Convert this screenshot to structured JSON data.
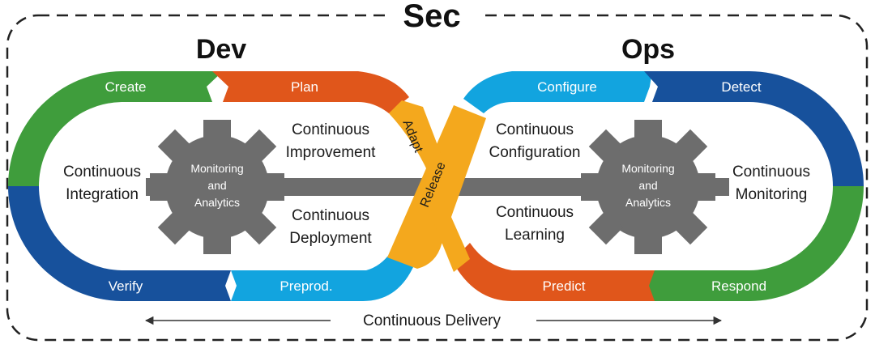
{
  "titles": {
    "sec": "Sec",
    "dev": "Dev",
    "ops": "Ops"
  },
  "segments": {
    "create": "Create",
    "plan": "Plan",
    "verify": "Verify",
    "preprod": "Preprod.",
    "configure": "Configure",
    "detect": "Detect",
    "predict": "Predict",
    "respond": "Respond",
    "adapt": "Adapt",
    "release": "Release"
  },
  "dev_side": {
    "integration": [
      "Continuous",
      "Integration"
    ],
    "improvement": [
      "Continuous",
      "Improvement"
    ],
    "deployment": [
      "Continuous",
      "Deployment"
    ]
  },
  "ops_side": {
    "configuration": [
      "Continuous",
      "Configuration"
    ],
    "learning": [
      "Continuous",
      "Learning"
    ],
    "monitoring": [
      "Continuous",
      "Monitoring"
    ]
  },
  "gears": {
    "left": [
      "Monitoring",
      "and",
      "Analytics"
    ],
    "right": [
      "Monitoring",
      "and",
      "Analytics"
    ]
  },
  "footer": "Continuous Delivery",
  "colors": {
    "green": "#3f9d3c",
    "blue_dark": "#17519c",
    "orange": "#e0561b",
    "light_blue": "#12a4df",
    "yellow": "#f4a81d",
    "gray": "#6d6d6d",
    "dashed": "#222222"
  }
}
